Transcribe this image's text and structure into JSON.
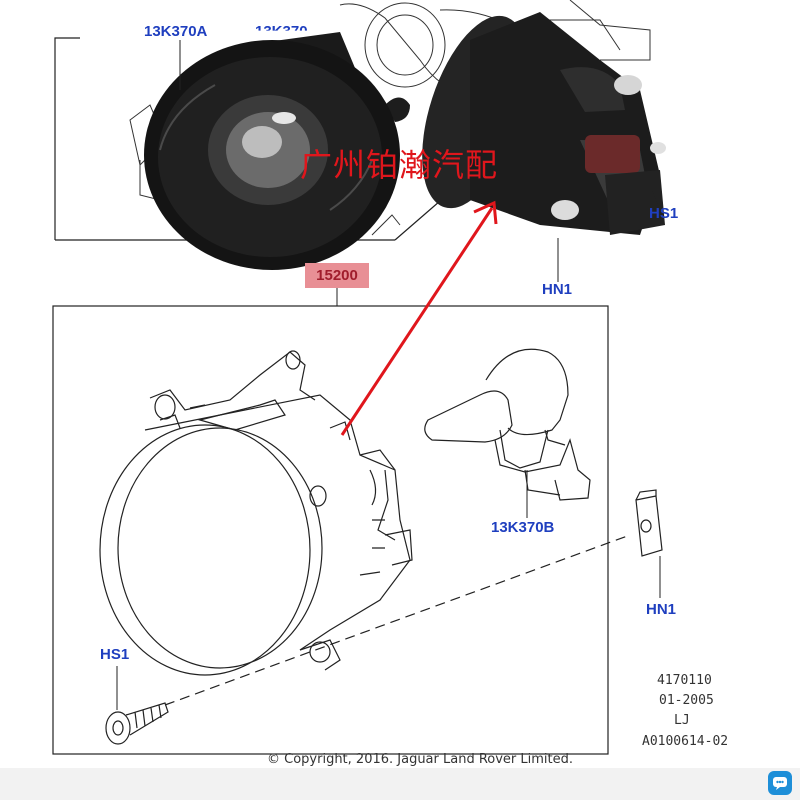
{
  "callouts": {
    "bulb_top": "13K370A",
    "bulb_top_partial": "13K370",
    "clip_top": "HS1",
    "nut_top": "HN1",
    "part_number": "15200",
    "bulb_bottom": "13K370B",
    "nut_bottom": "HN1",
    "screw_bottom": "HS1"
  },
  "watermark": "广州铂瀚汽配",
  "reference": {
    "illustration_no": "4170110",
    "date": "01-2005",
    "initials": "LJ",
    "drawing_id": "A0100614-02"
  },
  "copyright": "© Copyright, 2016. Jaguar Land Rover Limited.",
  "icons": {
    "corner": "chat-icon"
  },
  "colors": {
    "callout_blue": "#1f3fbf",
    "highlight_red": "#e0161c",
    "part_highlight": "#e88f95"
  }
}
